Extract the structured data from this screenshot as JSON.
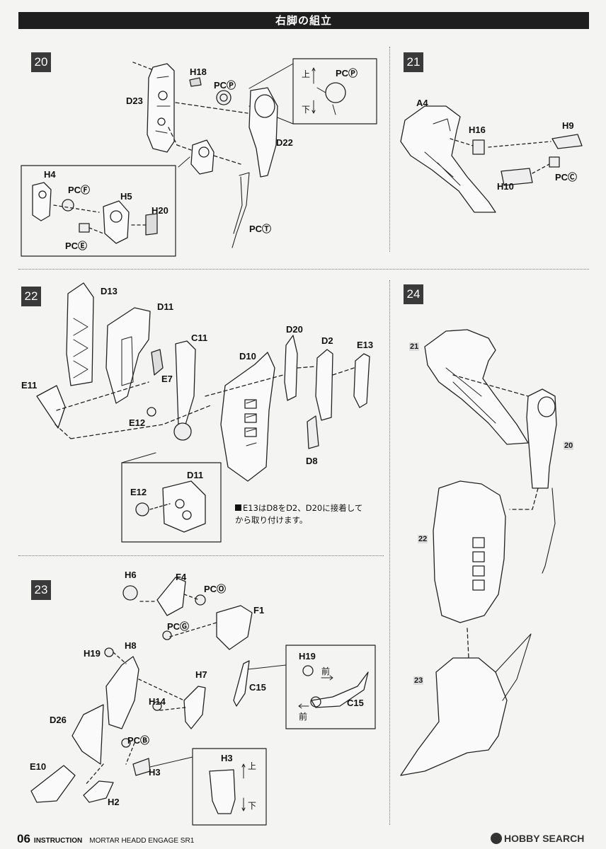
{
  "header": {
    "title": "右脚の組立"
  },
  "steps": {
    "s20": {
      "number": "20",
      "labels": {
        "h18": "H18",
        "pcp": "PCⓅ",
        "d23": "D23",
        "d22": "D22",
        "h4": "H4",
        "pcf": "PCⒻ",
        "h5": "H5",
        "h20": "H20",
        "pce": "PCⒺ",
        "pct": "PCⓉ"
      },
      "callout": {
        "label": "PCⓅ",
        "up": "上",
        "down": "下"
      }
    },
    "s21": {
      "number": "21",
      "labels": {
        "a4": "A4",
        "h16": "H16",
        "h9": "H9",
        "h10": "H10",
        "pcc": "PCⒸ"
      }
    },
    "s22": {
      "number": "22",
      "labels": {
        "d13": "D13",
        "d11": "D11",
        "c11": "C11",
        "e7": "E7",
        "d20": "D20",
        "d2": "D2",
        "e13": "E13",
        "d10": "D10",
        "e11": "E11",
        "e12": "E12",
        "d8": "D8"
      },
      "detail": {
        "e12": "E12",
        "d11": "D11"
      },
      "note_line1": "E13はD8をD2、D20に接着して",
      "note_line2": "から取り付けます。"
    },
    "s23": {
      "number": "23",
      "labels": {
        "h6": "H6",
        "f4": "F4",
        "pco": "PCⓄ",
        "f1": "F1",
        "pcg": "PCⒼ",
        "h19": "H19",
        "h8": "H8",
        "h7": "H7",
        "c15": "C15",
        "h14": "H14",
        "d26": "D26",
        "pcb": "PCⒷ",
        "h3": "H3",
        "e10": "E10",
        "h2": "H2"
      },
      "callout_c15": {
        "h19": "H19",
        "front_top": "前",
        "front_bottom": "前",
        "c15": "C15"
      },
      "callout_h3": {
        "h3": "H3",
        "up": "上",
        "down": "下"
      }
    },
    "s24": {
      "number": "24",
      "subassemblies": {
        "a": "21",
        "b": "20",
        "c": "22",
        "d": "23"
      }
    }
  },
  "footer": {
    "page": "06",
    "section": "INSTRUCTION",
    "product": "MORTAR HEADD  ENGAGE SR1",
    "brand": "HOBBY SEARCH"
  }
}
